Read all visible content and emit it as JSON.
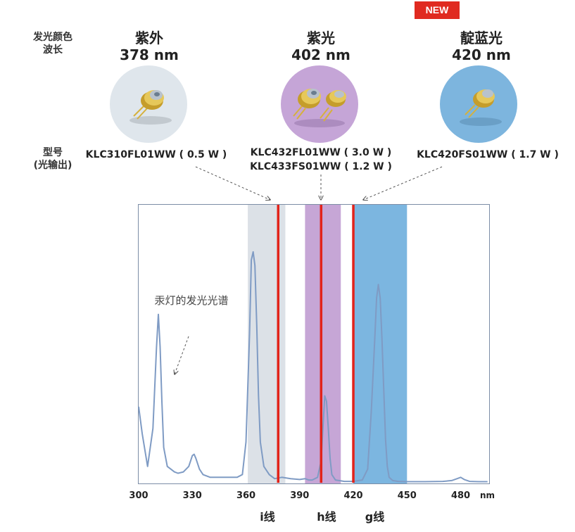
{
  "badge": "NEW",
  "row_labels": {
    "color_wavelength": [
      "发光颜色",
      "波长"
    ],
    "model_output": [
      "型号",
      "(光输出)"
    ]
  },
  "columns": [
    {
      "name": "紫外",
      "wavelength": "378 nm",
      "circle_color": "#dfe6ec",
      "models": [
        "KLC310FL01WW ( 0.5 W )"
      ]
    },
    {
      "name": "紫光",
      "wavelength": "402 nm",
      "circle_color": "#c5a5d7",
      "models": [
        "KLC432FL01WW ( 3.0 W )",
        "KLC433FS01WW ( 1.2 W )"
      ]
    },
    {
      "name": "靛蓝光",
      "wavelength": "420 nm",
      "circle_color": "#7db5de",
      "models": [
        "KLC420FS01WW ( 1.7 W )"
      ]
    }
  ],
  "annotation": "汞灯的发光光谱",
  "chart_data": {
    "type": "line",
    "x_unit": "nm",
    "xlim": [
      300,
      495
    ],
    "x_ticks": [
      300,
      330,
      360,
      390,
      420,
      450,
      480
    ],
    "bands": [
      {
        "label": "i线",
        "range": [
          361,
          382
        ],
        "color": "#dce1e7"
      },
      {
        "label": "h线",
        "range": [
          393,
          413
        ],
        "color": "#c6a6d6"
      },
      {
        "label": "g线",
        "range": [
          420,
          450
        ],
        "color": "#7cb6e0"
      }
    ],
    "laser_lines": [
      378,
      402,
      420
    ],
    "laser_color": "#e2231a",
    "spectrum_color": "#7f9bc4",
    "series": [
      {
        "x": [
          300,
          302,
          305,
          308,
          310,
          311,
          312,
          313,
          314,
          316,
          318,
          320,
          322,
          325,
          328,
          330,
          331,
          332,
          334,
          336,
          340,
          345,
          350,
          355,
          358,
          360,
          362,
          363,
          364,
          365,
          366,
          367,
          368,
          370,
          373,
          376,
          380,
          385,
          390,
          393,
          395,
          397,
          400,
          402,
          403,
          404,
          405,
          406,
          407,
          408,
          410,
          412,
          415,
          420,
          425,
          428,
          430,
          432,
          433,
          434,
          435,
          436,
          437,
          438,
          439,
          440,
          442,
          445,
          450,
          460,
          470,
          475,
          478,
          480,
          482,
          485,
          490,
          495
        ],
        "y": [
          0.28,
          0.18,
          0.06,
          0.2,
          0.5,
          0.62,
          0.5,
          0.3,
          0.13,
          0.06,
          0.05,
          0.04,
          0.035,
          0.04,
          0.06,
          0.1,
          0.105,
          0.09,
          0.05,
          0.03,
          0.02,
          0.02,
          0.02,
          0.02,
          0.03,
          0.15,
          0.55,
          0.82,
          0.85,
          0.8,
          0.58,
          0.32,
          0.15,
          0.06,
          0.03,
          0.015,
          0.02,
          0.015,
          0.012,
          0.015,
          0.01,
          0.01,
          0.02,
          0.08,
          0.2,
          0.32,
          0.3,
          0.2,
          0.09,
          0.03,
          0.01,
          0.008,
          0.005,
          0.005,
          0.01,
          0.05,
          0.26,
          0.53,
          0.68,
          0.73,
          0.68,
          0.53,
          0.34,
          0.16,
          0.06,
          0.02,
          0.008,
          0.005,
          0.004,
          0.004,
          0.005,
          0.008,
          0.015,
          0.02,
          0.012,
          0.005,
          0.004,
          0.004
        ]
      }
    ]
  }
}
